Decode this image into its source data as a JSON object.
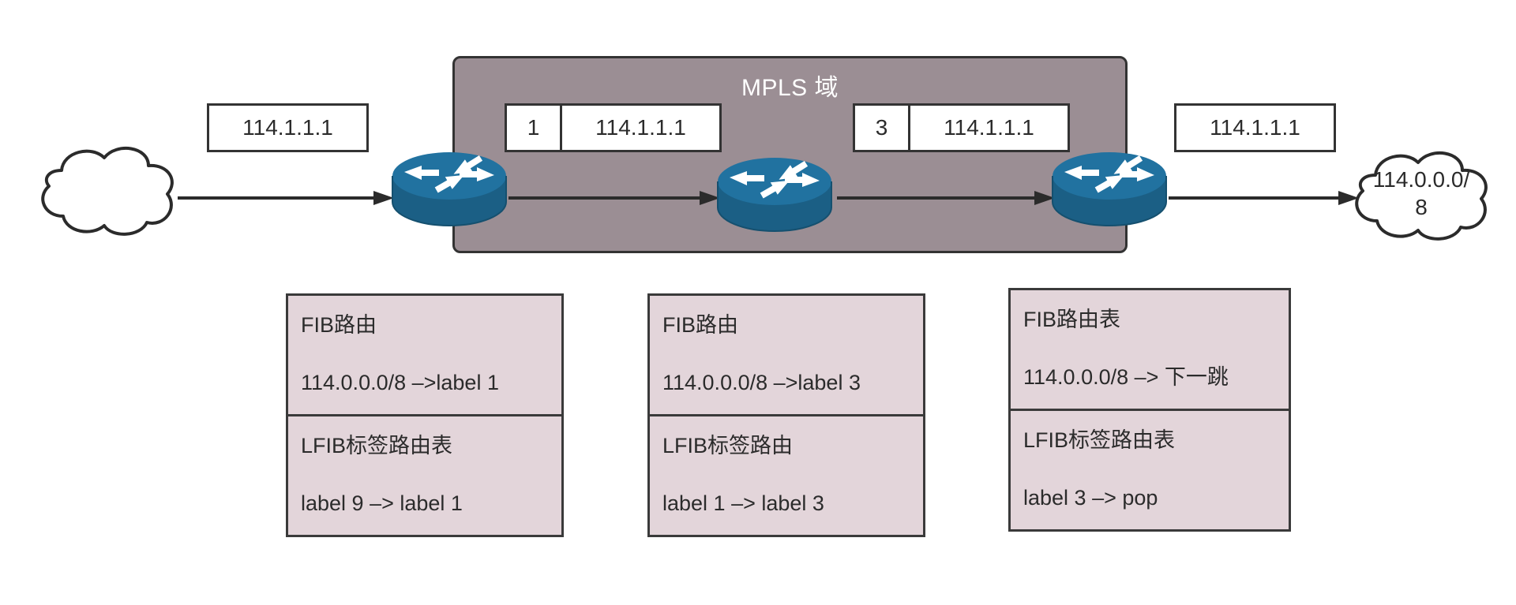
{
  "diagram": {
    "mpls_domain_label": "MPLS 域"
  },
  "clouds": {
    "left": {
      "text": ""
    },
    "right": {
      "line1": "114.0.0.0/",
      "line2": "8"
    }
  },
  "packets": [
    {
      "name": "ingress",
      "label": "",
      "ip": "114.1.1.1"
    },
    {
      "name": "hop1",
      "label": "1",
      "ip": "114.1.1.1"
    },
    {
      "name": "hop2",
      "label": "3",
      "ip": "114.1.1.1"
    },
    {
      "name": "egress",
      "label": "",
      "ip": "114.1.1.1"
    }
  ],
  "tables": [
    {
      "fib_heading": "FIB路由",
      "fib_entry": "114.0.0.0/8 –>label 1",
      "lfib_heading": "LFIB标签路由表",
      "lfib_entry": "label 9 –> label 1"
    },
    {
      "fib_heading": "FIB路由",
      "fib_entry": "114.0.0.0/8 –>label 3",
      "lfib_heading": "LFIB标签路由",
      "lfib_entry": "label 1 –> label 3"
    },
    {
      "fib_heading": "FIB路由表",
      "fib_entry": "114.0.0.0/8 –> 下一跳",
      "lfib_heading": "LFIB标签路由表",
      "lfib_entry": "label 3 –> pop"
    }
  ],
  "colors": {
    "mpls_domain_fill": "#9b8e94",
    "table_fill": "#e3d5da",
    "router_body": "#2172a0",
    "stroke": "#333333"
  }
}
